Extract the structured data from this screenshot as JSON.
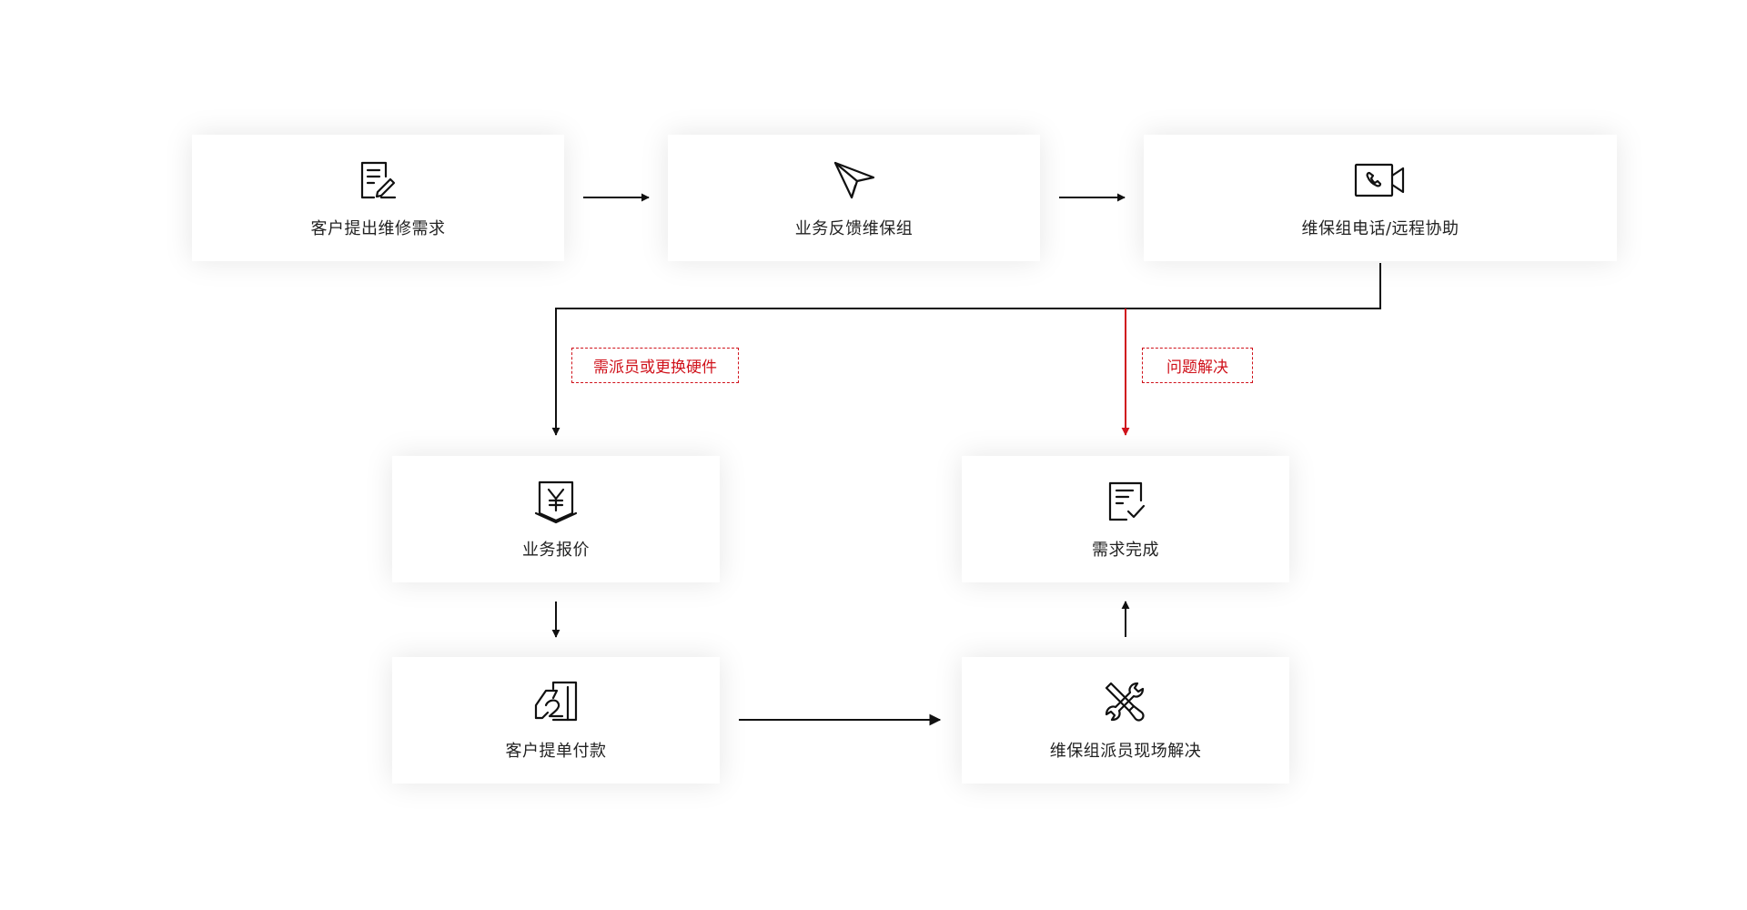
{
  "colors": {
    "line": "#111111",
    "accent": "#d0121b",
    "node_bg": "#ffffff",
    "text": "#222222"
  },
  "nodes": {
    "request": {
      "label": "客户提出维修需求",
      "icon": "document-edit-icon"
    },
    "feedback": {
      "label": "业务反馈维保组",
      "icon": "paper-plane-icon"
    },
    "remote": {
      "label": "维保组电话/远程协助",
      "icon": "video-call-icon"
    },
    "quote": {
      "label": "业务报价",
      "icon": "yen-quote-icon"
    },
    "payment": {
      "label": "客户提单付款",
      "icon": "hand-document-icon"
    },
    "onsite": {
      "label": "维保组派员现场解决",
      "icon": "tools-icon"
    },
    "complete": {
      "label": "需求完成",
      "icon": "checklist-icon"
    }
  },
  "branches": {
    "dispatch": "需派员或更换硬件",
    "resolved": "问题解决"
  }
}
